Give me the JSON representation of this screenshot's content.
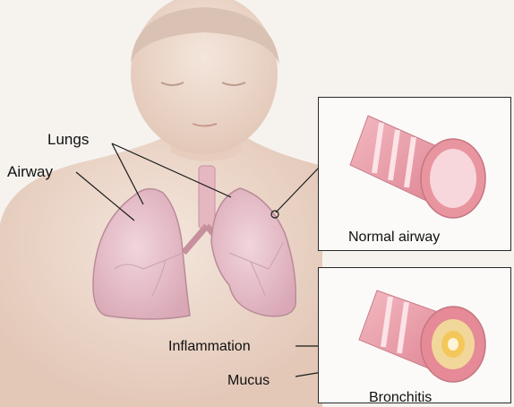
{
  "labels": {
    "lungs": "Lungs",
    "airway": "Airway",
    "normal_airway": "Normal airway",
    "inflammation": "Inflammation",
    "mucus": "Mucus",
    "bronchitis": "Bronchitis"
  },
  "colors": {
    "skin": "#efdccf",
    "lung": "#e8c3cd",
    "airway_wall": "#e99aa6",
    "airway_lumen": "#f7d6dc",
    "inflammation_ring": "#f2d79a",
    "mucus": "#f3c75a"
  }
}
